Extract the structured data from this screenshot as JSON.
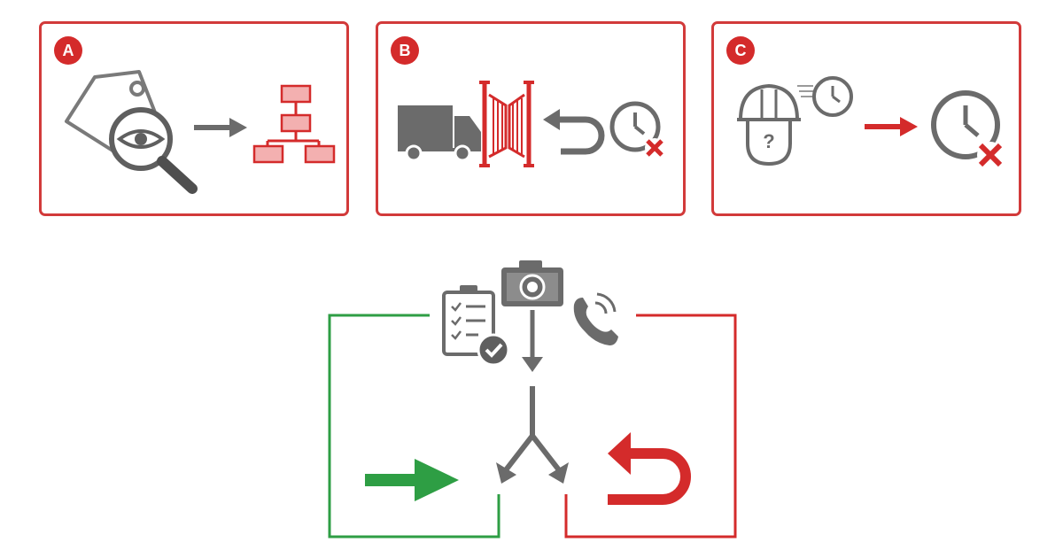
{
  "panels": [
    {
      "badge": "A",
      "icons": [
        "price-tag-icon",
        "magnifier-eye-icon",
        "arrow-right-icon",
        "hierarchy-chart-icon"
      ]
    },
    {
      "badge": "B",
      "icons": [
        "truck-icon",
        "gate-icon",
        "return-arrow-icon",
        "clock-cancel-icon"
      ]
    },
    {
      "badge": "C",
      "icons": [
        "worker-question-icon",
        "clock-icon",
        "arrow-right-icon",
        "clock-cancel-icon"
      ]
    }
  ],
  "decision_flow": {
    "evidence_icons": [
      "checklist-icon",
      "camera-icon",
      "phone-icon"
    ],
    "outcomes": [
      {
        "icon": "arrow-right-icon",
        "color": "#2e9e44"
      },
      {
        "icon": "return-arrow-icon",
        "color": "#d42b2b"
      }
    ]
  },
  "colors": {
    "red": "#d42b2b",
    "green": "#2e9e44",
    "gray": "#6b6b6b"
  }
}
